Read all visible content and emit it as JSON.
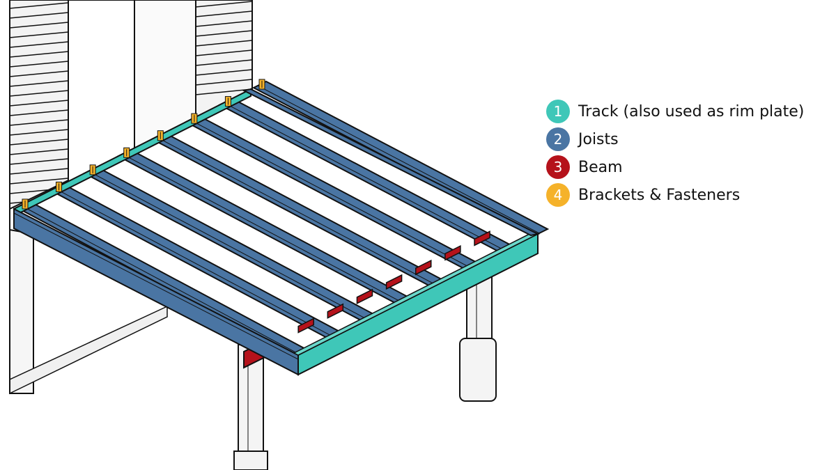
{
  "legend": {
    "items": [
      {
        "number": "1",
        "label": "Track (also used as rim plate)",
        "color": "#3fc7b8"
      },
      {
        "number": "2",
        "label": "Joists",
        "color": "#4a75a3"
      },
      {
        "number": "3",
        "label": "Beam",
        "color": "#b5121b"
      },
      {
        "number": "4",
        "label": "Brackets & Fasteners",
        "color": "#f5b22a"
      }
    ]
  },
  "palette": {
    "track": "#3fc7b8",
    "joist": "#4a75a3",
    "beam": "#b5121b",
    "bracket": "#f5b22a",
    "outline": "#111111"
  }
}
